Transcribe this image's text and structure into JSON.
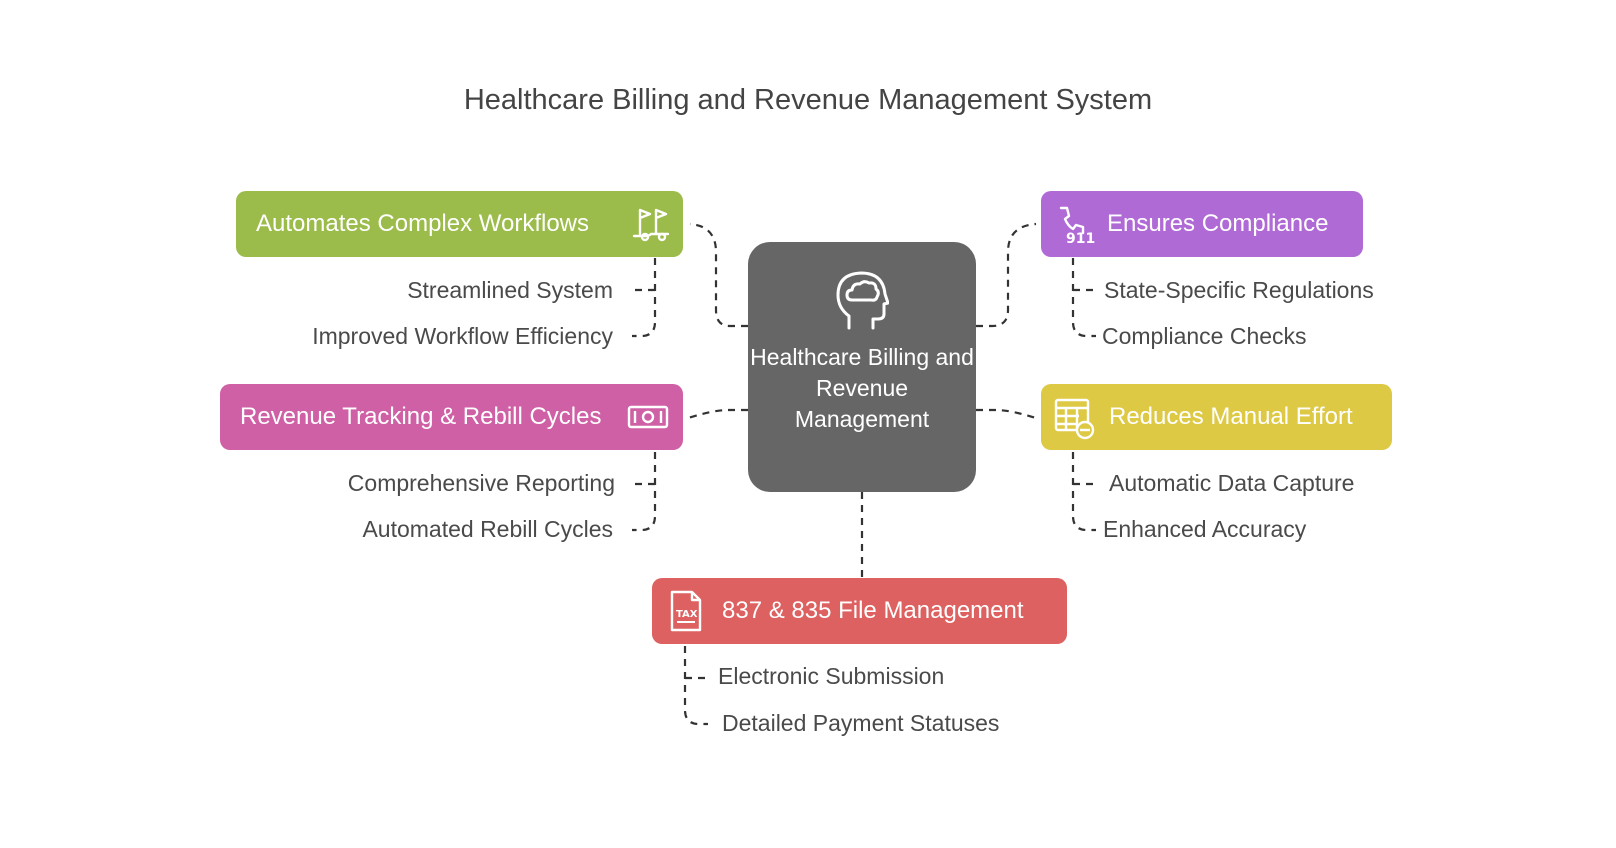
{
  "title": "Healthcare Billing and Revenue Management System",
  "center": {
    "label": "Healthcare Billing and Revenue Management",
    "color": "#666666"
  },
  "nodes": [
    {
      "label": "Automates Complex Workflows",
      "color": "#9bbb4a",
      "icon": "route-flags-icon",
      "items": [
        "Streamlined System",
        "Improved Workflow Efficiency"
      ]
    },
    {
      "label": "Ensures Compliance",
      "color": "#b06ad6",
      "icon": "phone-911-icon",
      "items": [
        "State-Specific Regulations",
        "Compliance Checks"
      ]
    },
    {
      "label": "Revenue Tracking & Rebill Cycles",
      "color": "#cf60a6",
      "icon": "money-bill-icon",
      "items": [
        "Comprehensive Reporting",
        "Automated Rebill Cycles"
      ]
    },
    {
      "label": "Reduces Manual Effort",
      "color": "#ddc944",
      "icon": "spreadsheet-minus-icon",
      "items": [
        "Automatic Data Capture",
        "Enhanced Accuracy"
      ]
    },
    {
      "label": "837 & 835 File Management",
      "color": "#dc6160",
      "icon": "tax-document-icon",
      "icon_text": "TAX",
      "items": [
        "Electronic Submission",
        "Detailed Payment Statuses"
      ]
    }
  ]
}
